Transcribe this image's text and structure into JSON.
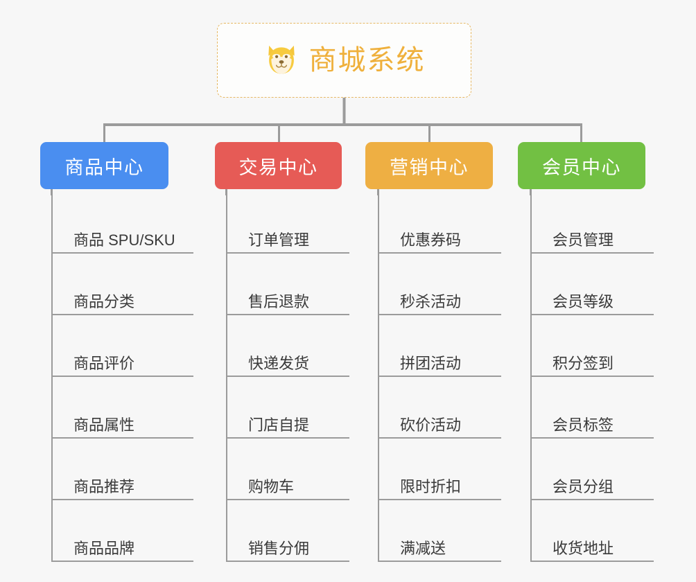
{
  "diagram": {
    "type": "mind-map",
    "background_color": "#f7f7f7",
    "root": {
      "title": "商城系统",
      "icon": "dog-face-icon",
      "text_color": "#efb03c",
      "border_color": "#e6b762",
      "background_color": "#fdfdfc"
    },
    "line_color": "#9b9b9b",
    "branches": [
      {
        "label": "商品中心",
        "color": "#4a8ef0",
        "items": [
          "商品 SPU/SKU",
          "商品分类",
          "商品评价",
          "商品属性",
          "商品推荐",
          "商品品牌"
        ]
      },
      {
        "label": "交易中心",
        "color": "#e65b56",
        "items": [
          "订单管理",
          "售后退款",
          "快递发货",
          "门店自提",
          "购物车",
          "销售分佣"
        ]
      },
      {
        "label": "营销中心",
        "color": "#eeaf43",
        "items": [
          "优惠券码",
          "秒杀活动",
          "拼团活动",
          "砍价活动",
          "限时折扣",
          "满减送"
        ]
      },
      {
        "label": "会员中心",
        "color": "#72c043",
        "items": [
          "会员管理",
          "会员等级",
          "积分签到",
          "会员标签",
          "会员分组",
          "收货地址"
        ]
      }
    ]
  }
}
